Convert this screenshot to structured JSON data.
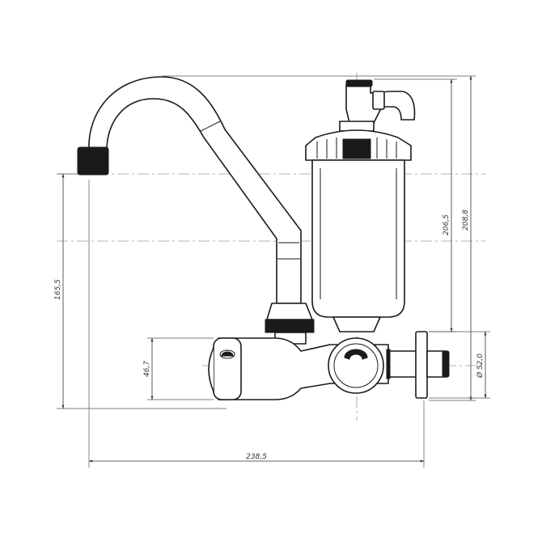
{
  "drawing": {
    "dimensions": {
      "spout_height": "165,5",
      "valve_height": "46,7",
      "overall_width": "238,5",
      "filter_height": "206,5",
      "overall_height": "208,8",
      "flange_diameter": "Ø 52,0"
    }
  }
}
